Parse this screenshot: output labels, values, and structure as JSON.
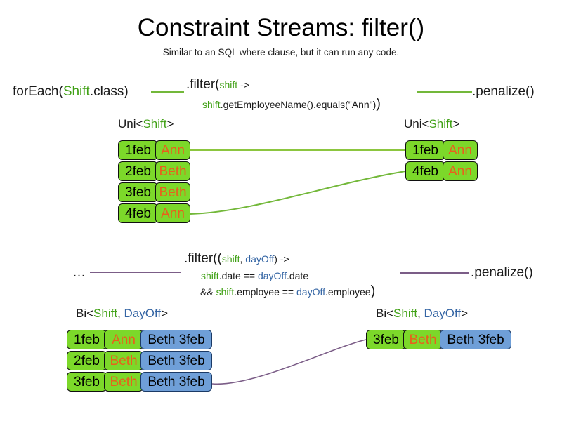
{
  "header": {
    "title": "Constraint Streams: filter()",
    "subtitle": "Similar to an SQL where clause, but it can run any code."
  },
  "colors": {
    "shift_green": "#3fa014",
    "dayoff_blue": "#3465a4",
    "cell_green_fill": "#7CD82A",
    "cell_blue_fill": "#6f9fd8",
    "name_orange": "#e8601c",
    "link_green": "#73b83a",
    "link_purple": "#7b5d87",
    "text_dark": "#1a1a1a"
  },
  "pipeline_uni": {
    "source_label": {
      "prefix": "forEach(",
      "type": "Shift",
      "suffix": ".class)"
    },
    "filter_line1": {
      "method": ".filter(",
      "param": "shift",
      "arrow": " ->"
    },
    "filter_line2": {
      "param": "shift",
      "body": ".getEmployeeName().equals(\"Ann\")",
      "close_paren": ")"
    },
    "sink_label": ".penalize()",
    "input_stream_label": {
      "prefix": "Uni<",
      "type": "Shift",
      "suffix": ">"
    },
    "output_stream_label": {
      "prefix": "Uni<",
      "type": "Shift",
      "suffix": ">"
    },
    "input_rows": [
      {
        "date": "1feb",
        "name": "Ann"
      },
      {
        "date": "2feb",
        "name": "Beth"
      },
      {
        "date": "3feb",
        "name": "Beth"
      },
      {
        "date": "4feb",
        "name": "Ann"
      }
    ],
    "output_rows": [
      {
        "date": "1feb",
        "name": "Ann"
      },
      {
        "date": "4feb",
        "name": "Ann"
      }
    ]
  },
  "pipeline_bi": {
    "source_label": "…",
    "filter_line1": {
      "method": ".filter((",
      "param1": "shift",
      "comma": ", ",
      "param2": "dayOff",
      "arrow": ") ->"
    },
    "filter_line2": {
      "param1": "shift",
      "mid": ".date == ",
      "param2": "dayOff",
      "tail": ".date"
    },
    "filter_line3": {
      "prefix": "&& ",
      "param1": "shift",
      "mid": ".employee == ",
      "param2": "dayOff",
      "tail": ".employee",
      "close_paren": ")"
    },
    "sink_label": ".penalize()",
    "input_stream_label": {
      "prefix": "Bi<",
      "type1": "Shift",
      "comma": ", ",
      "type2": "DayOff",
      "suffix": ">"
    },
    "output_stream_label": {
      "prefix": "Bi<",
      "type1": "Shift",
      "comma": ", ",
      "type2": "DayOff",
      "suffix": ">"
    },
    "input_rows": [
      {
        "date": "1feb",
        "name": "Ann",
        "dayoff": "Beth 3feb"
      },
      {
        "date": "2feb",
        "name": "Beth",
        "dayoff": "Beth 3feb"
      },
      {
        "date": "3feb",
        "name": "Beth",
        "dayoff": "Beth 3feb"
      }
    ],
    "output_rows": [
      {
        "date": "3feb",
        "name": "Beth",
        "dayoff": "Beth 3feb"
      }
    ]
  }
}
